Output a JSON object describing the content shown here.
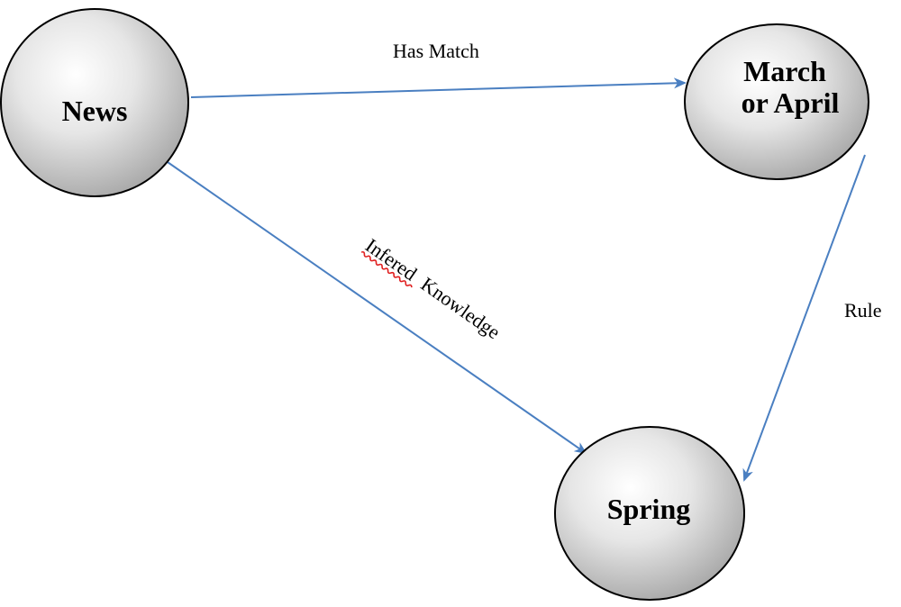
{
  "nodes": {
    "news": {
      "label": "News"
    },
    "march_april": {
      "label_line1": "March",
      "label_line2": "or April"
    },
    "spring": {
      "label": "Spring"
    }
  },
  "edges": {
    "has_match": {
      "label": "Has Match"
    },
    "infered_knowledge": {
      "label_word1": "Infered",
      "label_word2": "Knowledge"
    },
    "rule": {
      "label": "Rule"
    }
  },
  "colors": {
    "edge": "#4a7fc1",
    "node_stroke": "#000000",
    "node_fill_light": "#ffffff",
    "node_fill_dark": "#a6a6a6",
    "spellcheck": "#e02020"
  }
}
